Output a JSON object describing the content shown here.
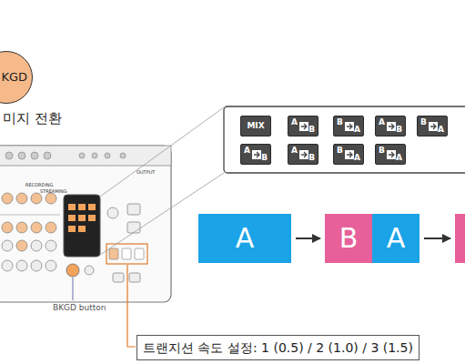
{
  "diagram": {
    "nodes": [
      {
        "text": [
          "KGD",
          "미지 전환"
        ]
      },
      {
        "text": [
          "MIX"
        ]
      },
      {
        "text": [
          "A",
          "B"
        ]
      },
      {
        "text": [
          "B",
          "A"
        ]
      },
      {
        "text": [
          "A",
          "B"
        ]
      },
      {
        "text": [
          "B",
          "A"
        ]
      },
      {
        "text": [
          "A",
          "B"
        ]
      },
      {
        "text": [
          "A",
          "B"
        ]
      },
      {
        "text": [
          "B",
          "A"
        ]
      },
      {
        "text": [
          "B",
          "A"
        ]
      },
      {
        "text": [
          "A"
        ]
      },
      {
        "text": [
          "B"
        ]
      },
      {
        "text": [
          "A"
        ]
      },
      {
        "text": [
          "트랜지션 속도 설정: 1 (0.5) / 2 (1.0) / 3 (1.5)"
        ]
      }
    ],
    "edges": [
      {
        "from": 10,
        "to": 11,
        "arrow": "to"
      }
    ],
    "labels": [
      "RECORDING",
      "STREAMING",
      "OUTPUT",
      "BKGD button"
    ]
  }
}
